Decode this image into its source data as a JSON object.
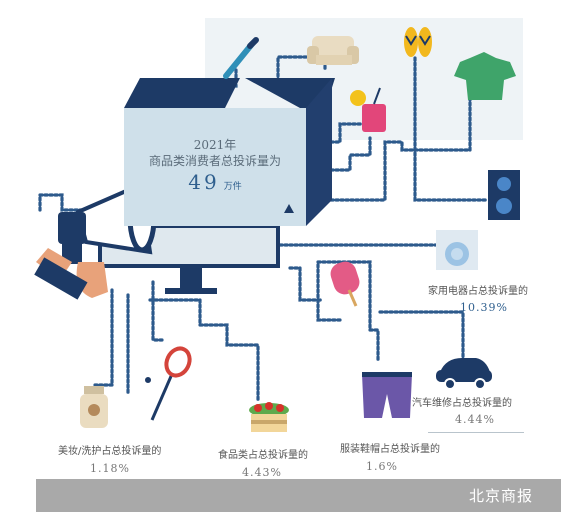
{
  "headline": {
    "year": "2021年",
    "desc": "商品类消费者总投诉量为",
    "value": "49",
    "unit": "万件"
  },
  "stats": {
    "home_appliances": {
      "label": "家用电器占总投诉量的",
      "value": "10.39%"
    },
    "auto_repair": {
      "label": "汽车维修占总投诉量的",
      "value": "4.44%"
    },
    "cosmetics": {
      "label": "美妆/洗护占总投诉量的",
      "value": "1.18%"
    },
    "food": {
      "label": "食品类占总投诉量的",
      "value": "4.43%"
    },
    "clothing": {
      "label": "服装鞋帽占总投诉量的",
      "value": "1.6%"
    }
  },
  "footer": {
    "source": "北京商报"
  },
  "colors": {
    "navy": "#1d3a66",
    "line": "#2d5a8c",
    "card": "#cfe0ea",
    "accent": "#2f5f8e"
  }
}
